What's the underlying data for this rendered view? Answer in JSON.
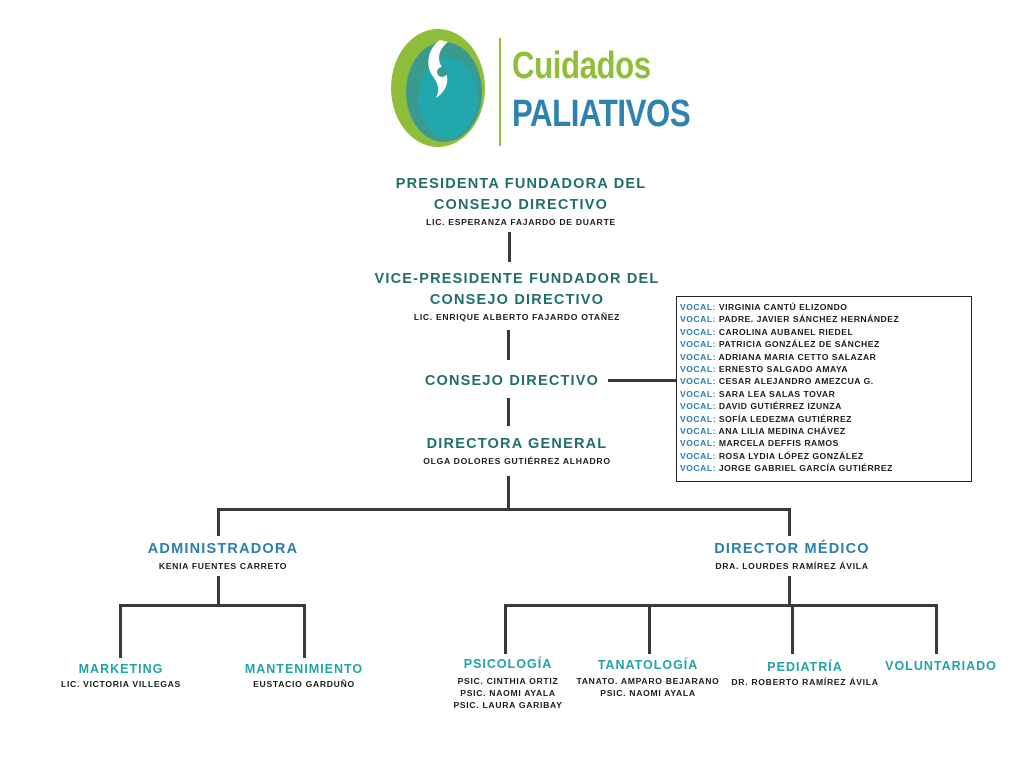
{
  "logo": {
    "line1": "Cuidados",
    "line2": "PALIATIVOS"
  },
  "presidenta": {
    "title_line1": "PRESIDENTA FUNDADORA DEL",
    "title_line2": "CONSEJO DIRECTIVO",
    "name": "LIC. ESPERANZA FAJARDO DE DUARTE"
  },
  "vicepresidente": {
    "title_line1": "VICE-PRESIDENTE FUNDADOR DEL",
    "title_line2": "CONSEJO DIRECTIVO",
    "name": "LIC. ENRIQUE ALBERTO FAJARDO OTAÑEZ"
  },
  "consejo": {
    "title": "CONSEJO DIRECTIVO"
  },
  "directora": {
    "title": "DIRECTORA GENERAL",
    "name": "OLGA DOLORES GUTIÉRREZ ALHADRO"
  },
  "vocales": {
    "label": "VOCAL:",
    "names": [
      "VIRGINIA CANTÚ ELIZONDO",
      "PADRE. JAVIER SÁNCHEZ HERNÁNDEZ",
      "CAROLINA AUBANEL RIEDEL",
      "PATRICIA GONZÁLEZ DE SÁNCHEZ",
      "ADRIANA MARIA CETTO SALAZAR",
      "ERNESTO SALGADO AMAYA",
      "CESAR ALEJANDRO AMEZCUA G.",
      "SARA LEA SALAS TOVAR",
      "DAVID GUTIÉRREZ IZUNZA",
      "SOFÍA LEDEZMA GUTIÉRREZ",
      "ANA LILIA MEDINA CHÁVEZ",
      "MARCELA DEFFIS RAMOS",
      "ROSA LYDIA LÓPEZ GONZÁLEZ",
      "JORGE GABRIEL GARCÍA GUTIÉRREZ"
    ]
  },
  "administradora": {
    "title": "ADMINISTRADORA",
    "name": "KENIA FUENTES CARRETO"
  },
  "director_medico": {
    "title": "DIRECTOR MÉDICO",
    "name": "DRA. LOURDES RAMÍREZ ÁVILA"
  },
  "marketing": {
    "title": "MARKETING",
    "name": "LIC. VICTORIA VILLEGAS"
  },
  "mantenimiento": {
    "title": "MANTENIMIENTO",
    "name": "EUSTACIO GARDUÑO"
  },
  "psicologia": {
    "title": "PSICOLOGÍA",
    "names": [
      "PSIC. CINTHIA ORTIZ",
      "PSIC. NAOMI AYALA",
      "PSIC. LAURA GARIBAY"
    ]
  },
  "tanatologia": {
    "title": "TANATOLOGÍA",
    "names": [
      "TANATO. AMPARO BEJARANO",
      "PSIC. NAOMI AYALA"
    ]
  },
  "pediatria": {
    "title": "PEDIATRÍA",
    "name": "DR. ROBERTO RAMÍREZ ÁVILA"
  },
  "voluntariado": {
    "title": "VOLUNTARIADO"
  },
  "colors": {
    "green_title": "#1f6f68",
    "blue_title": "#2a7fae",
    "teal_title": "#22a3a6",
    "logo_green": "#8fbe3b",
    "logo_blue": "#2e82b0"
  }
}
